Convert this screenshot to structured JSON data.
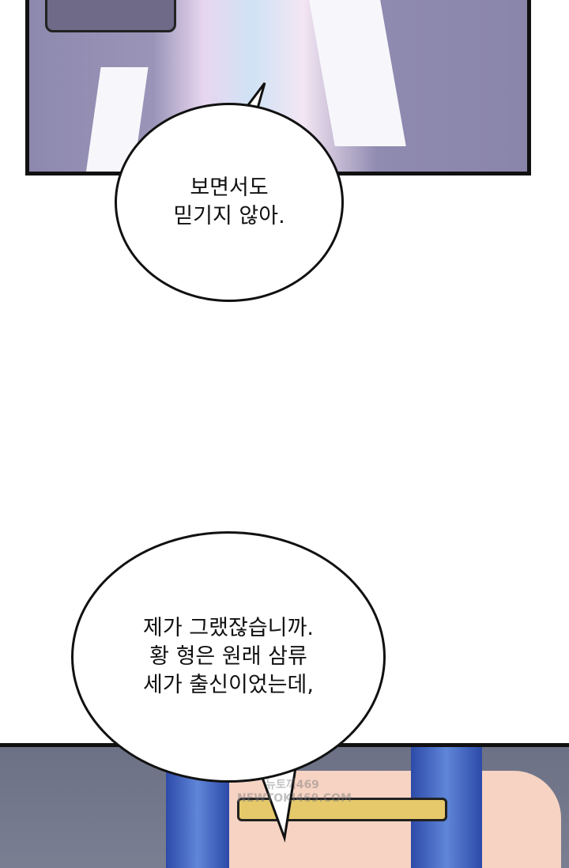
{
  "bubbles": [
    {
      "text": "보면서도\n믿기지 않아."
    },
    {
      "text": "제가 그랬잖습니까.\n황 형은 원래 삼류\n세가 출신이었는데,"
    }
  ],
  "watermark": {
    "line1": "뉴토끼469",
    "line2": "NEWTOKI469.COM"
  }
}
